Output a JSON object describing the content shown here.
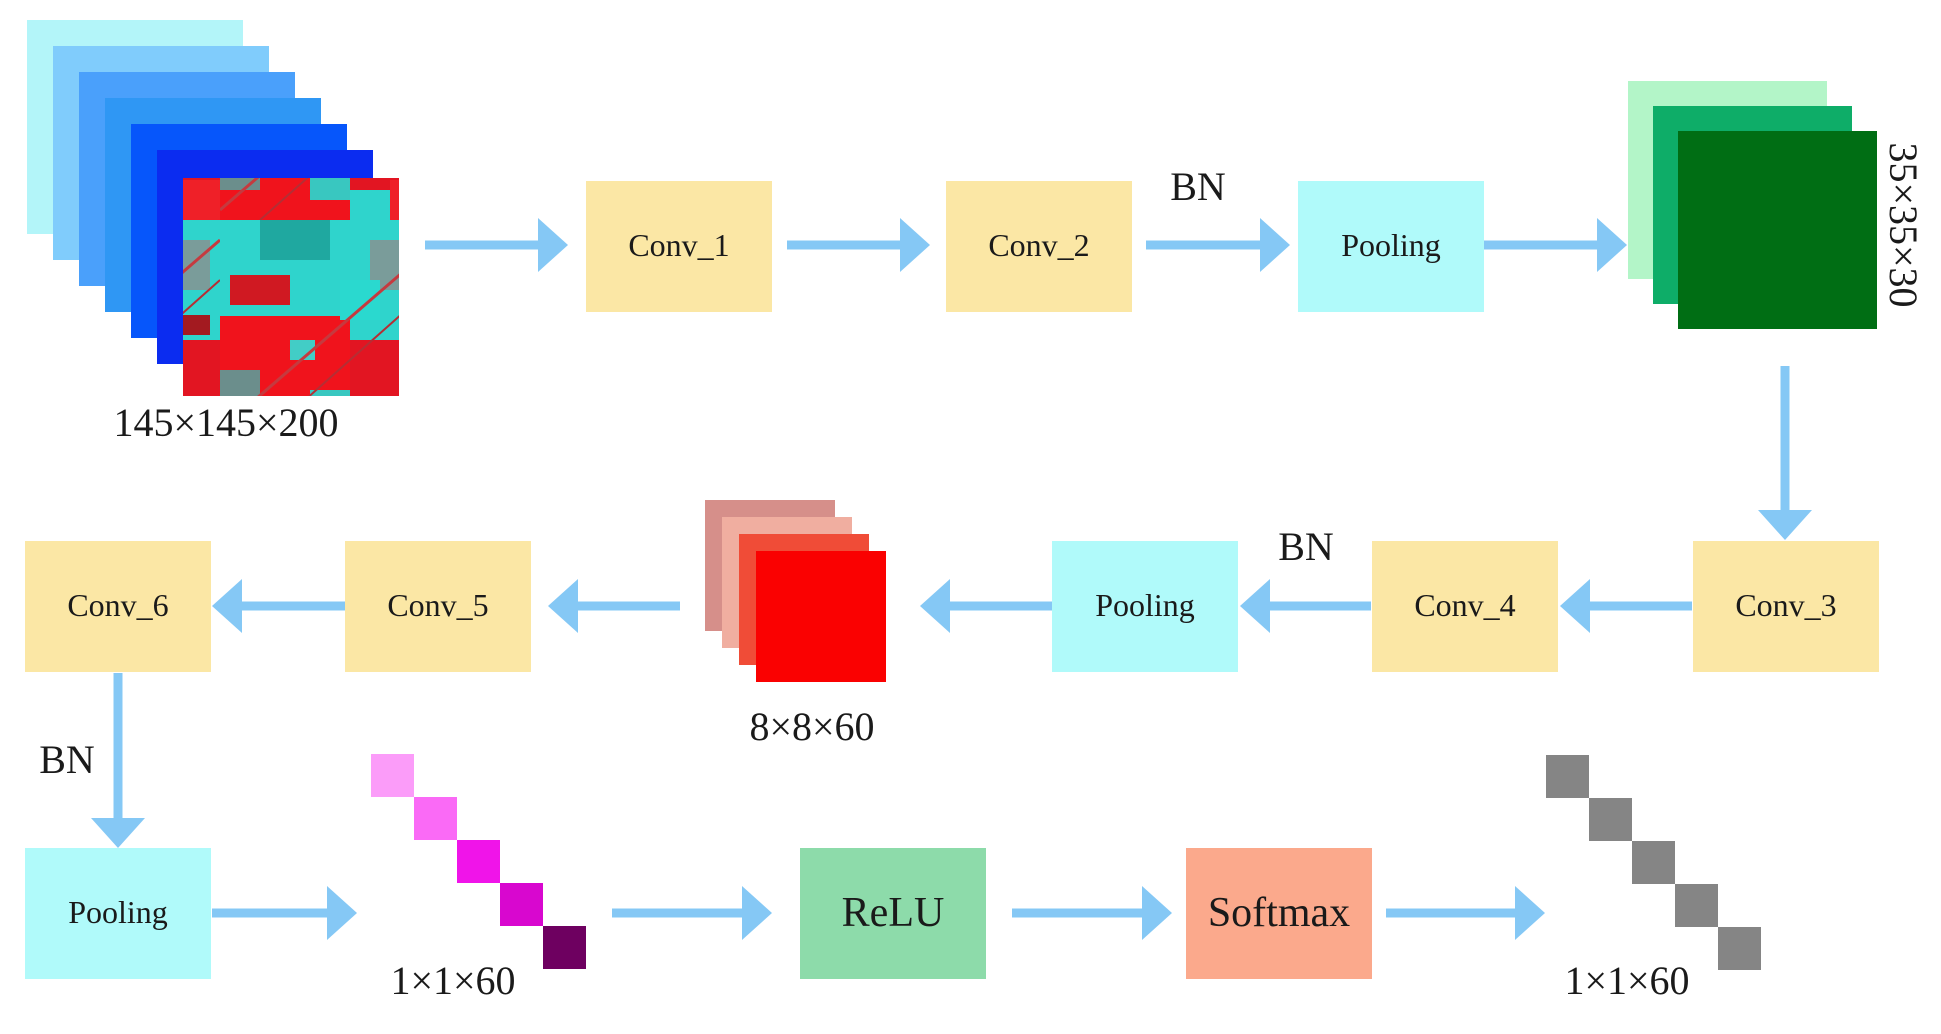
{
  "blocks": {
    "conv1": "Conv_1",
    "conv2": "Conv_2",
    "pool1": "Pooling",
    "conv3": "Conv_3",
    "conv4": "Conv_4",
    "pool2": "Pooling",
    "conv5": "Conv_5",
    "conv6": "Conv_6",
    "pool3": "Pooling",
    "relu": "ReLU",
    "softmax": "Softmax"
  },
  "bn_labels": {
    "bn1": "BN",
    "bn2": "BN",
    "bn3": "BN"
  },
  "dims": {
    "input": "145×145×200",
    "feature1": "35×35×30",
    "feature2": "8×8×60",
    "vector1": "1×1×60",
    "vector2": "1×1×60"
  },
  "colors": {
    "conv": "#fbe7a5",
    "pool": "#b0fafa",
    "relu": "#8ddbaa",
    "softmax": "#fba98c",
    "arrow": "#85c8f5",
    "input_stack": [
      "#b3f5f9",
      "#80ccfc",
      "#4aa0fb",
      "#2f97f4",
      "#0656fb",
      "#0b2cf0"
    ],
    "feature1_stack": [
      "#b3f5c8",
      "#0ead68",
      "#006e14"
    ],
    "feature2_stack": [
      "#d68f8a",
      "#f0aea0",
      "#f04c37",
      "#fa0101"
    ],
    "vector1_cells": [
      "#fb9cf9",
      "#fa6af6",
      "#f014e9",
      "#d807cf",
      "#6e0060"
    ],
    "vector2_cells": [
      "#858585",
      "#858585",
      "#858585",
      "#858585",
      "#858585"
    ]
  }
}
